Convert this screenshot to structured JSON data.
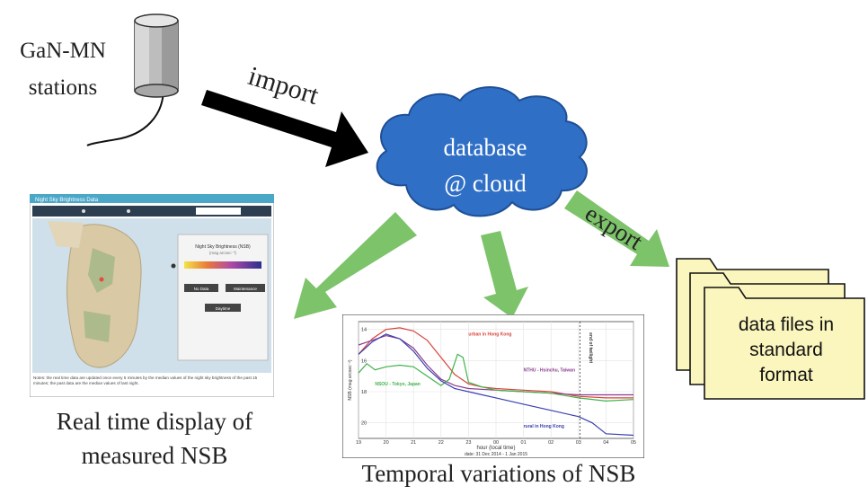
{
  "diagram": {
    "stations_label_line1": "GaN-MN",
    "stations_label_line2": "stations",
    "import_label": "import",
    "export_label": "export",
    "cloud_line1": "database",
    "cloud_line2": "@ cloud",
    "files_line1": "data files in",
    "files_line2": "standard",
    "files_line3": "format",
    "realtime_caption_line1": "Real time display of",
    "realtime_caption_line2": "measured NSB",
    "temporal_caption": "Temporal variations of NSB",
    "colors": {
      "cloud": "#2f6fc6",
      "green_arrow": "#7dc36a",
      "black_arrow": "#000000",
      "file_fill": "#fbf6bd"
    }
  },
  "map_panel": {
    "title": "Night Sky Brightness Data",
    "legend_title": "Night Sky Brightness (NSB)",
    "legend_subtitle": "(mag arcsec⁻²)",
    "btn_no_data": "No Data",
    "btn_maintenance": "Maintenance",
    "btn_daytime": "Daytime",
    "notes": "Notes: the real time data are updated once every 5 minutes by the median values of the night sky brightness of the past 15 minutes; the past data are the median values of last night."
  },
  "chart_data": {
    "type": "line",
    "xlabel": "hour (local time)",
    "xsub": "date: 31 Dec 2014 - 1 Jan 2015",
    "ylabel": "NSB (mag arcsec⁻²)",
    "x_ticks": [
      "19",
      "20",
      "21",
      "22",
      "23",
      "00",
      "01",
      "02",
      "03",
      "04",
      "05"
    ],
    "y_ticks": [
      "14",
      "16",
      "18",
      "20"
    ],
    "ylim": [
      13.5,
      21.0
    ],
    "annotations": [
      "urban in Hong Kong",
      "NTHU - Hsinchu, Taiwan",
      "NSOU - Tokyo, Japan",
      "rural in Hong Kong",
      "end of twilight"
    ],
    "series": [
      {
        "name": "urban in Hong Kong",
        "color": "#d8443a",
        "x": [
          19.0,
          19.5,
          20.0,
          20.5,
          21.0,
          21.5,
          22.0,
          22.5,
          23.0,
          23.5,
          24.0,
          25.0,
          26.0,
          27.0,
          28.0,
          29.0
        ],
        "y": [
          15.6,
          14.6,
          14.0,
          13.9,
          14.1,
          14.7,
          15.8,
          16.9,
          17.5,
          17.7,
          17.8,
          17.9,
          18.0,
          18.3,
          18.4,
          18.4
        ]
      },
      {
        "name": "NTHU - Hsinchu, Taiwan",
        "color": "#8a3d8f",
        "x": [
          19.0,
          19.5,
          20.0,
          20.5,
          21.0,
          21.5,
          22.0,
          22.5,
          23.0,
          24.0,
          25.0,
          26.0,
          27.0,
          28.0,
          29.0
        ],
        "y": [
          15.0,
          14.7,
          14.4,
          14.6,
          15.2,
          16.3,
          17.2,
          17.6,
          17.8,
          17.9,
          18.0,
          18.1,
          18.2,
          18.2,
          18.2
        ]
      },
      {
        "name": "NSOU - Tokyo, Japan",
        "color": "#3fb24a",
        "x": [
          19.0,
          19.3,
          19.6,
          20.0,
          20.5,
          21.0,
          21.5,
          22.0,
          22.3,
          22.6,
          22.8,
          23.0,
          23.5,
          24.0,
          25.0,
          26.0,
          27.0,
          28.0,
          29.0
        ],
        "y": [
          16.8,
          16.2,
          16.6,
          16.4,
          16.3,
          16.4,
          17.0,
          17.6,
          17.2,
          15.6,
          15.8,
          17.4,
          17.7,
          17.9,
          18.0,
          18.1,
          18.4,
          18.6,
          18.5
        ]
      },
      {
        "name": "rural in Hong Kong",
        "color": "#3a3fb0",
        "x": [
          19.0,
          19.5,
          20.0,
          20.5,
          21.0,
          21.5,
          22.0,
          22.5,
          23.0,
          23.5,
          24.0,
          25.0,
          26.0,
          27.0,
          27.5,
          28.0,
          29.0
        ],
        "y": [
          15.6,
          14.8,
          14.3,
          14.6,
          15.4,
          16.5,
          17.3,
          17.8,
          18.0,
          18.2,
          18.4,
          18.8,
          19.2,
          19.6,
          20.0,
          20.7,
          20.8
        ]
      }
    ]
  }
}
